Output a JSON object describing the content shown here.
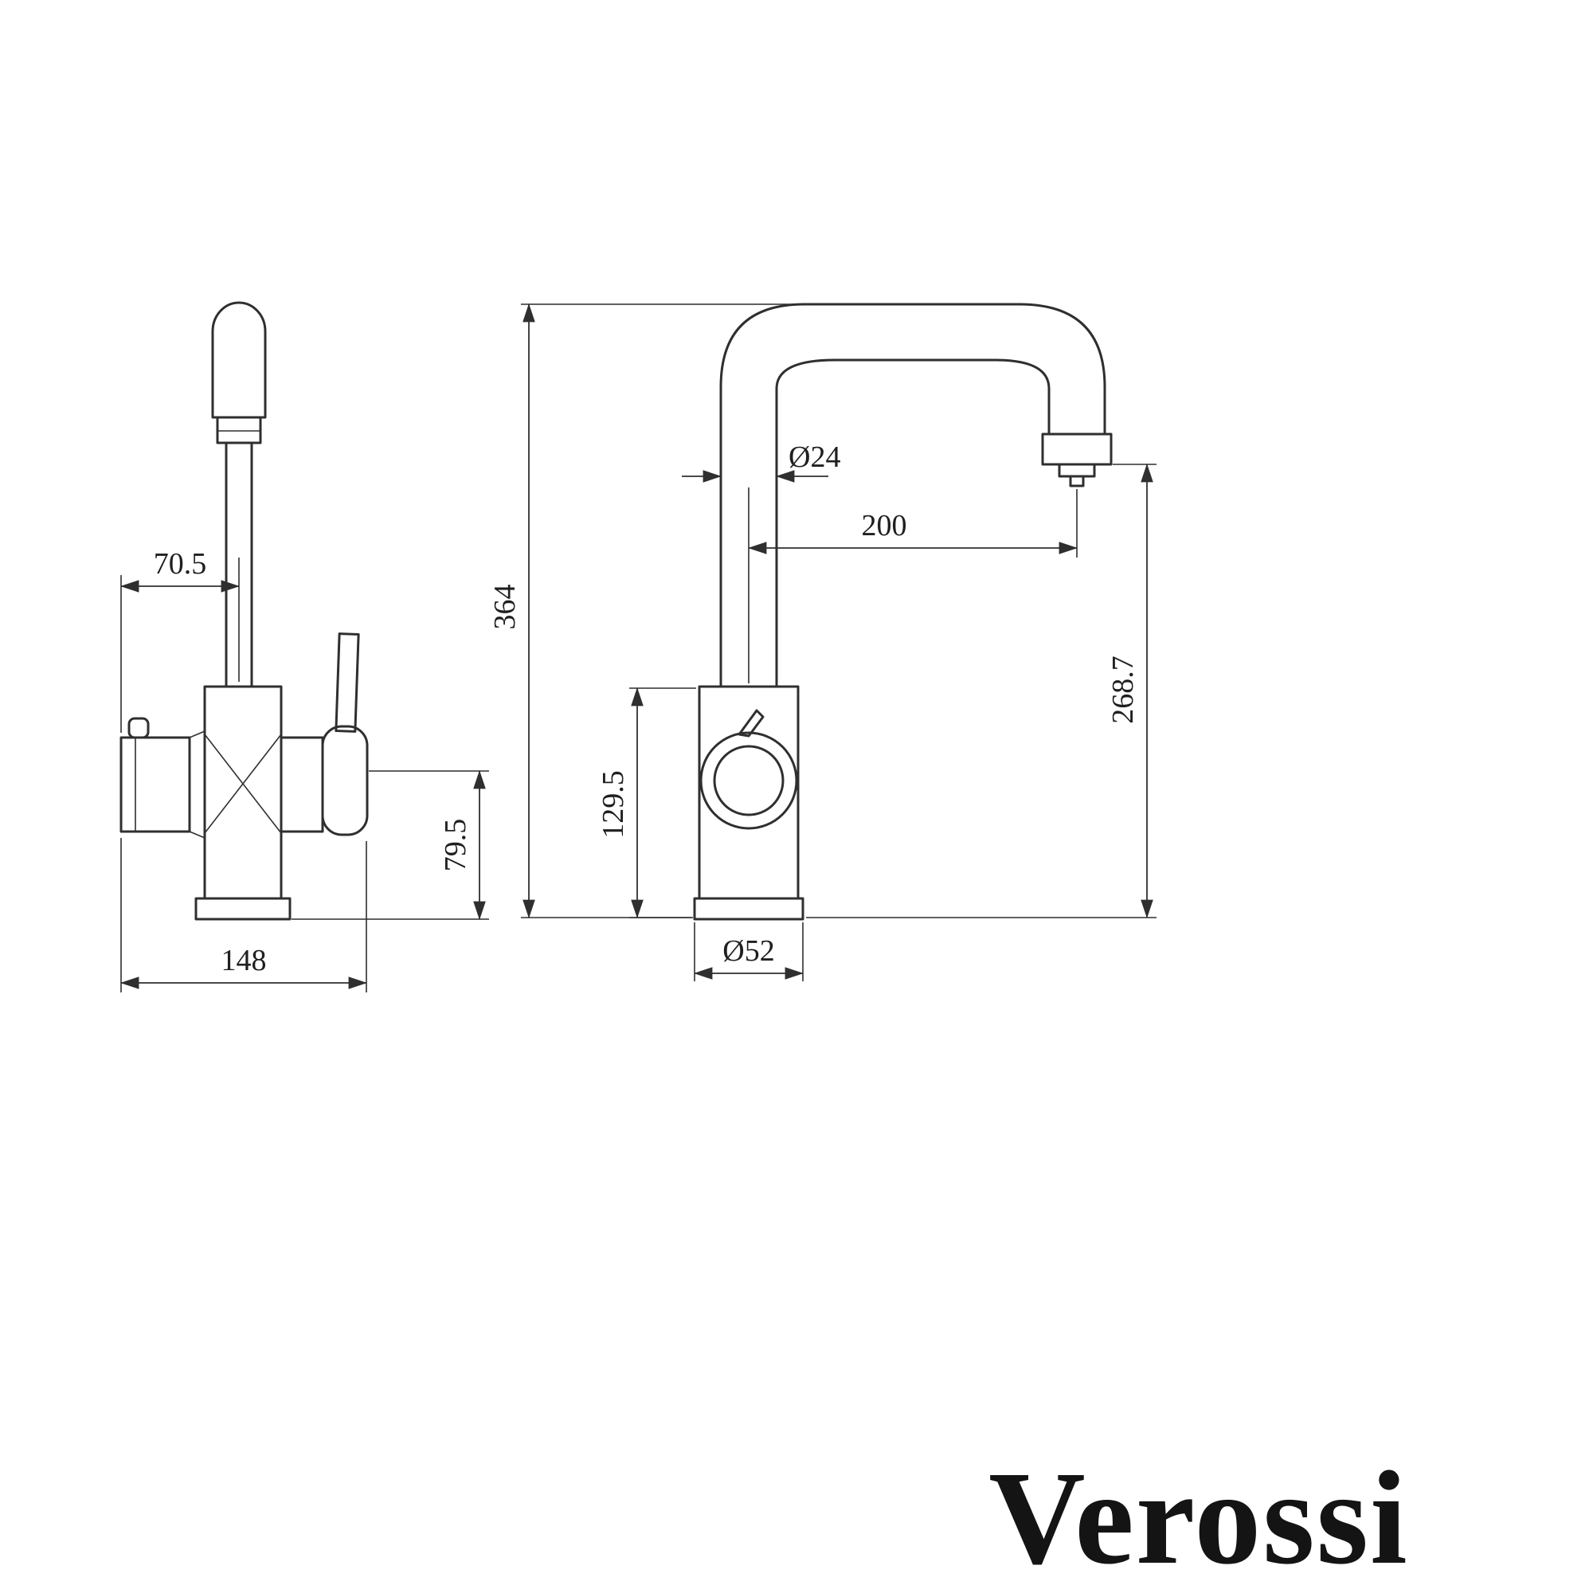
{
  "brand": {
    "name": "Verossi"
  },
  "drawing": {
    "side_view": {
      "handle_offset": "70.5",
      "base_width": "148",
      "spout_drop": "79.5"
    },
    "front_view": {
      "total_height": "364",
      "spout_tube_diameter": "Ø24",
      "spout_reach": "200",
      "spout_outlet_height": "268.7",
      "body_height": "129.5",
      "base_diameter": "Ø52"
    },
    "colors": {
      "line": "#2f2f2f",
      "background": "#ffffff",
      "brand_text": "#141414"
    }
  }
}
